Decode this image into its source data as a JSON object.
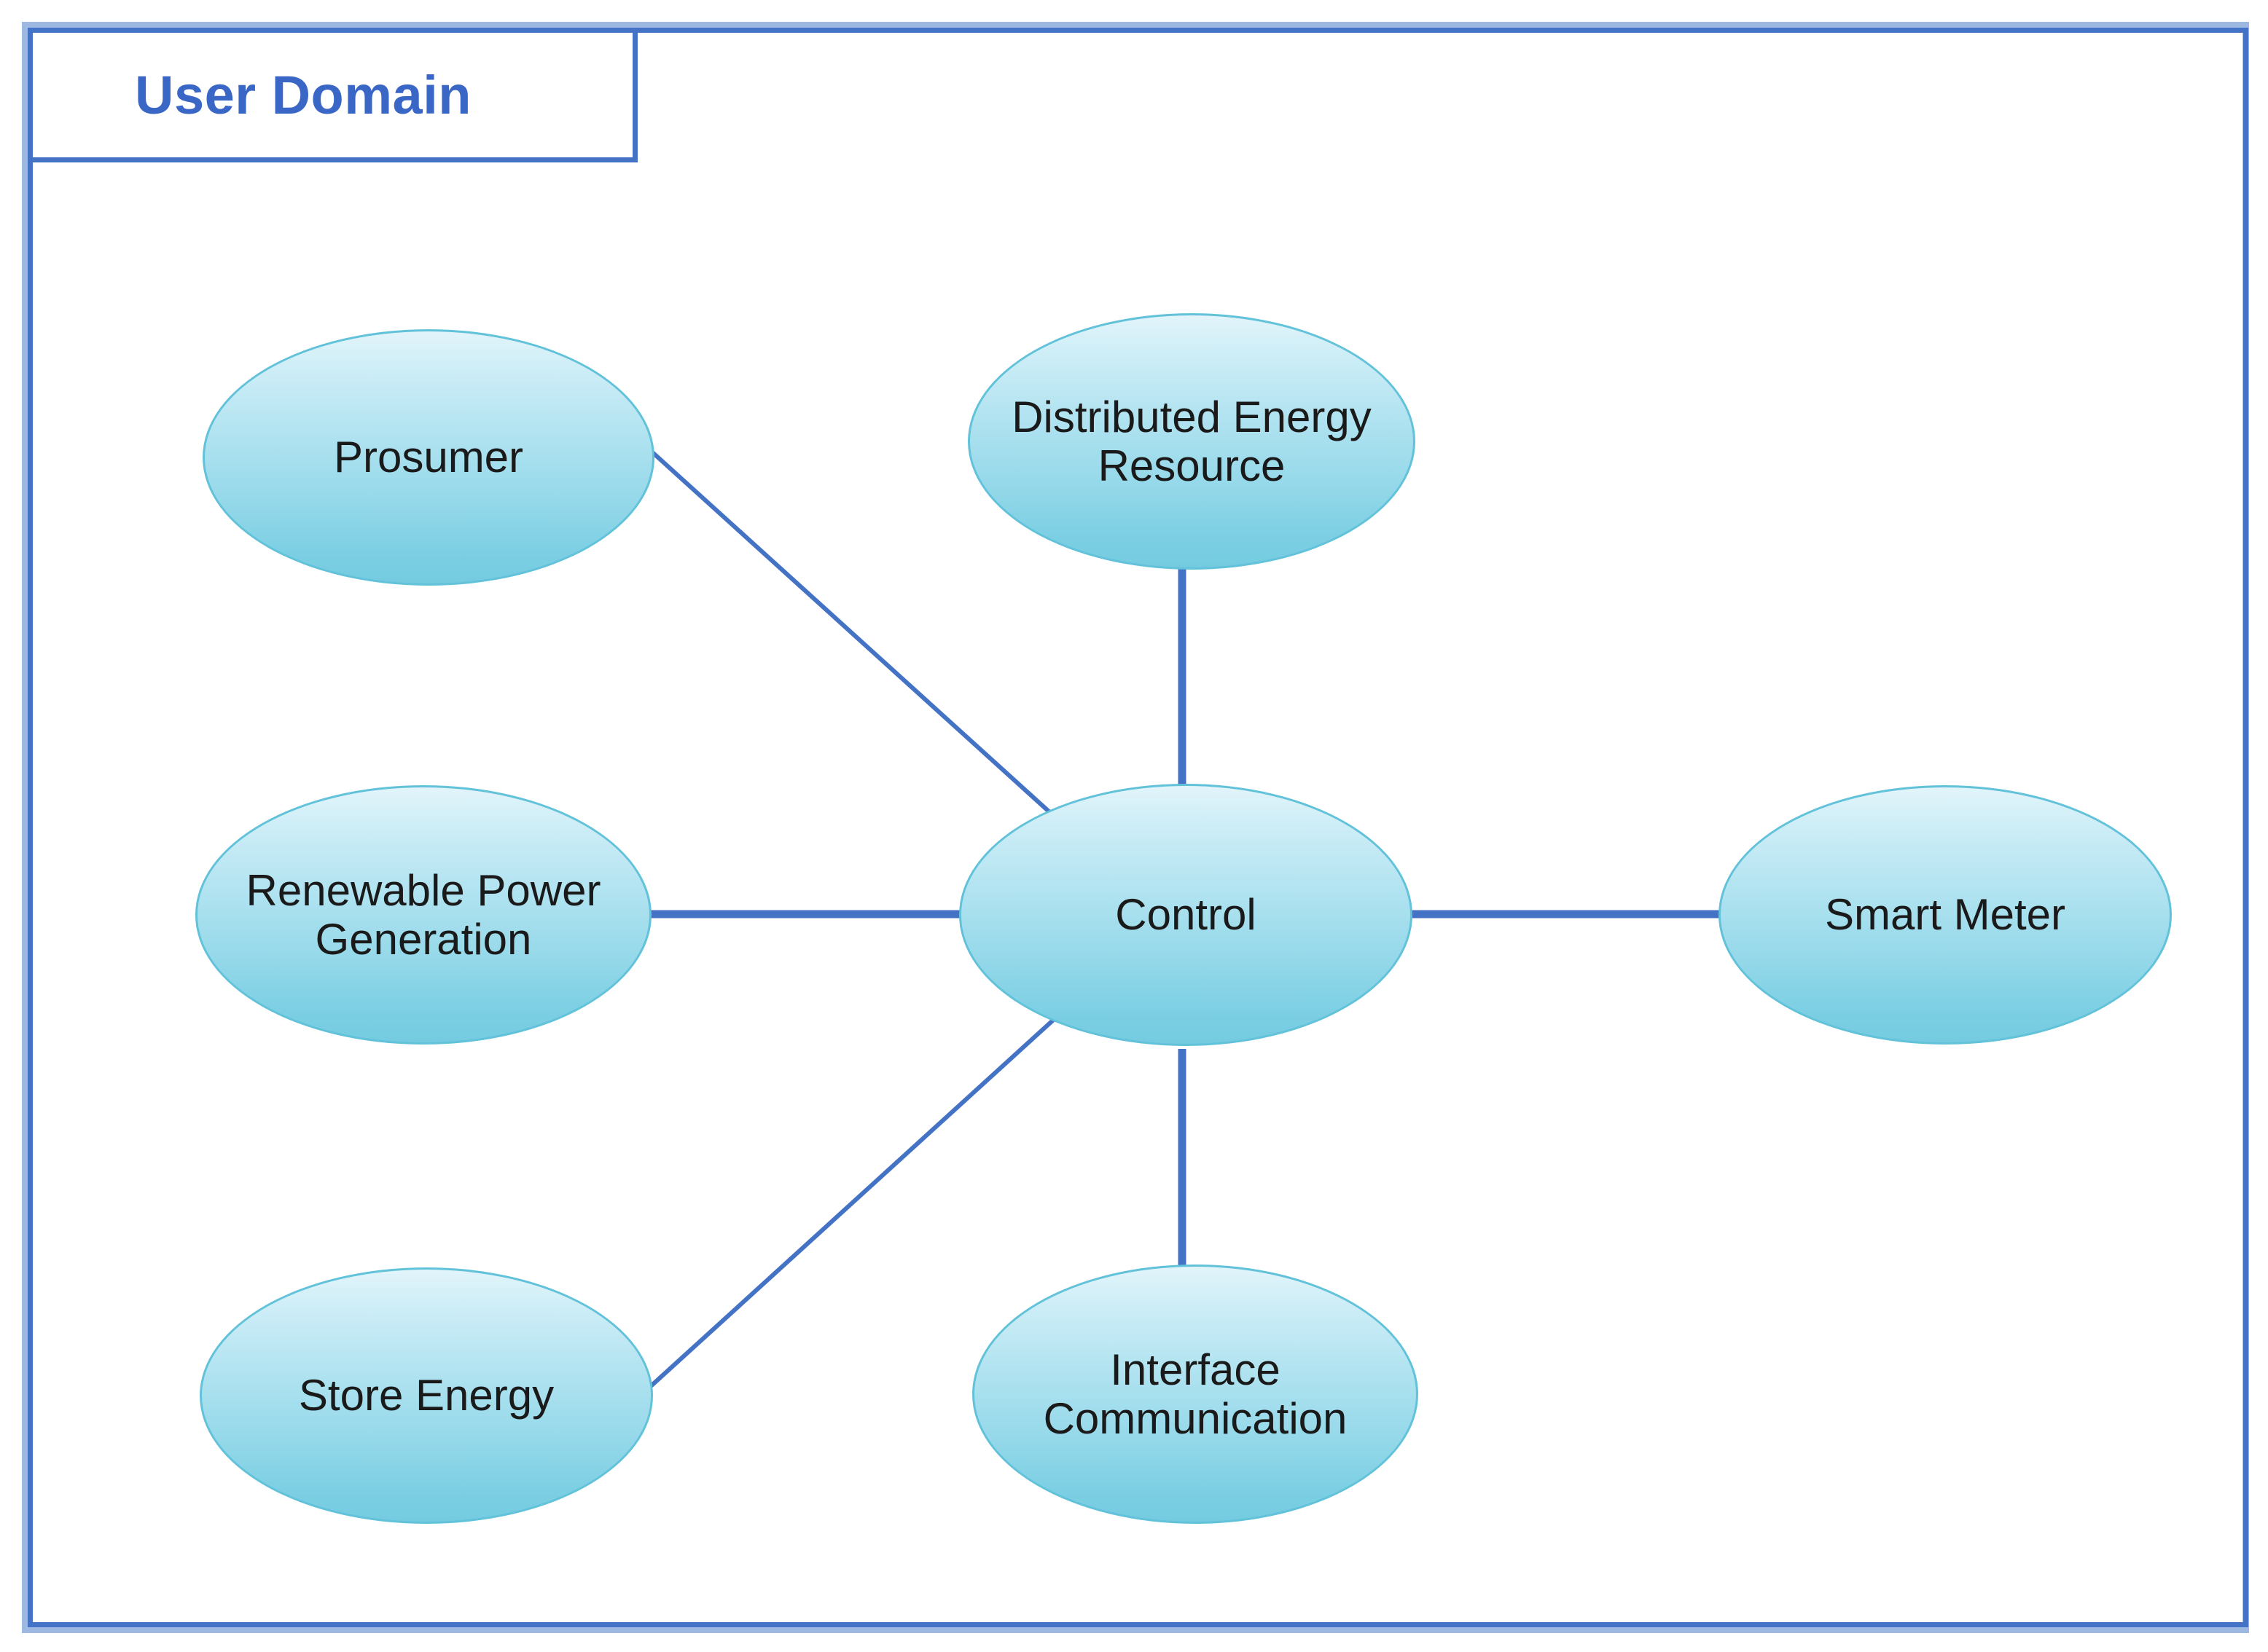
{
  "diagram": {
    "title": "User Domain",
    "type": "use-case-diagram",
    "frame_color": "#4472C4",
    "frame_halo_color": "#9DB9E2",
    "node_fill_top": "#e2f4fa",
    "node_fill_bottom": "#74cbe0",
    "node_border_color": "#62c2da",
    "connector_color": "#4472C4",
    "label_text_color": "#3A66C6",
    "node_text_color": "#1a1a1a",
    "background": "#ffffff"
  },
  "nodes": [
    {
      "id": "prosumer",
      "label": "Prosumer"
    },
    {
      "id": "distributed-energy-resource",
      "label": "Distributed Energy\nResource"
    },
    {
      "id": "renewable-power-generation",
      "label": "Renewable Power\nGeneration"
    },
    {
      "id": "control",
      "label": "Control"
    },
    {
      "id": "smart-meter",
      "label": "Smart Meter"
    },
    {
      "id": "store-energy",
      "label": "Store Energy"
    },
    {
      "id": "interface-communication",
      "label": "Interface\nCommunication"
    }
  ],
  "connectors": [
    {
      "id": "prosumer-control",
      "from": "prosumer",
      "to": "control",
      "style": "diagonal"
    },
    {
      "id": "der-control",
      "from": "distributed-energy-resource",
      "to": "control",
      "style": "vertical"
    },
    {
      "id": "rpg-control",
      "from": "renewable-power-generation",
      "to": "control",
      "style": "horizontal"
    },
    {
      "id": "control-smartmeter",
      "from": "control",
      "to": "smart-meter",
      "style": "horizontal"
    },
    {
      "id": "storeenergy-control",
      "from": "store-energy",
      "to": "control",
      "style": "diagonal"
    },
    {
      "id": "control-interfacecomm",
      "from": "control",
      "to": "interface-communication",
      "style": "vertical"
    }
  ]
}
